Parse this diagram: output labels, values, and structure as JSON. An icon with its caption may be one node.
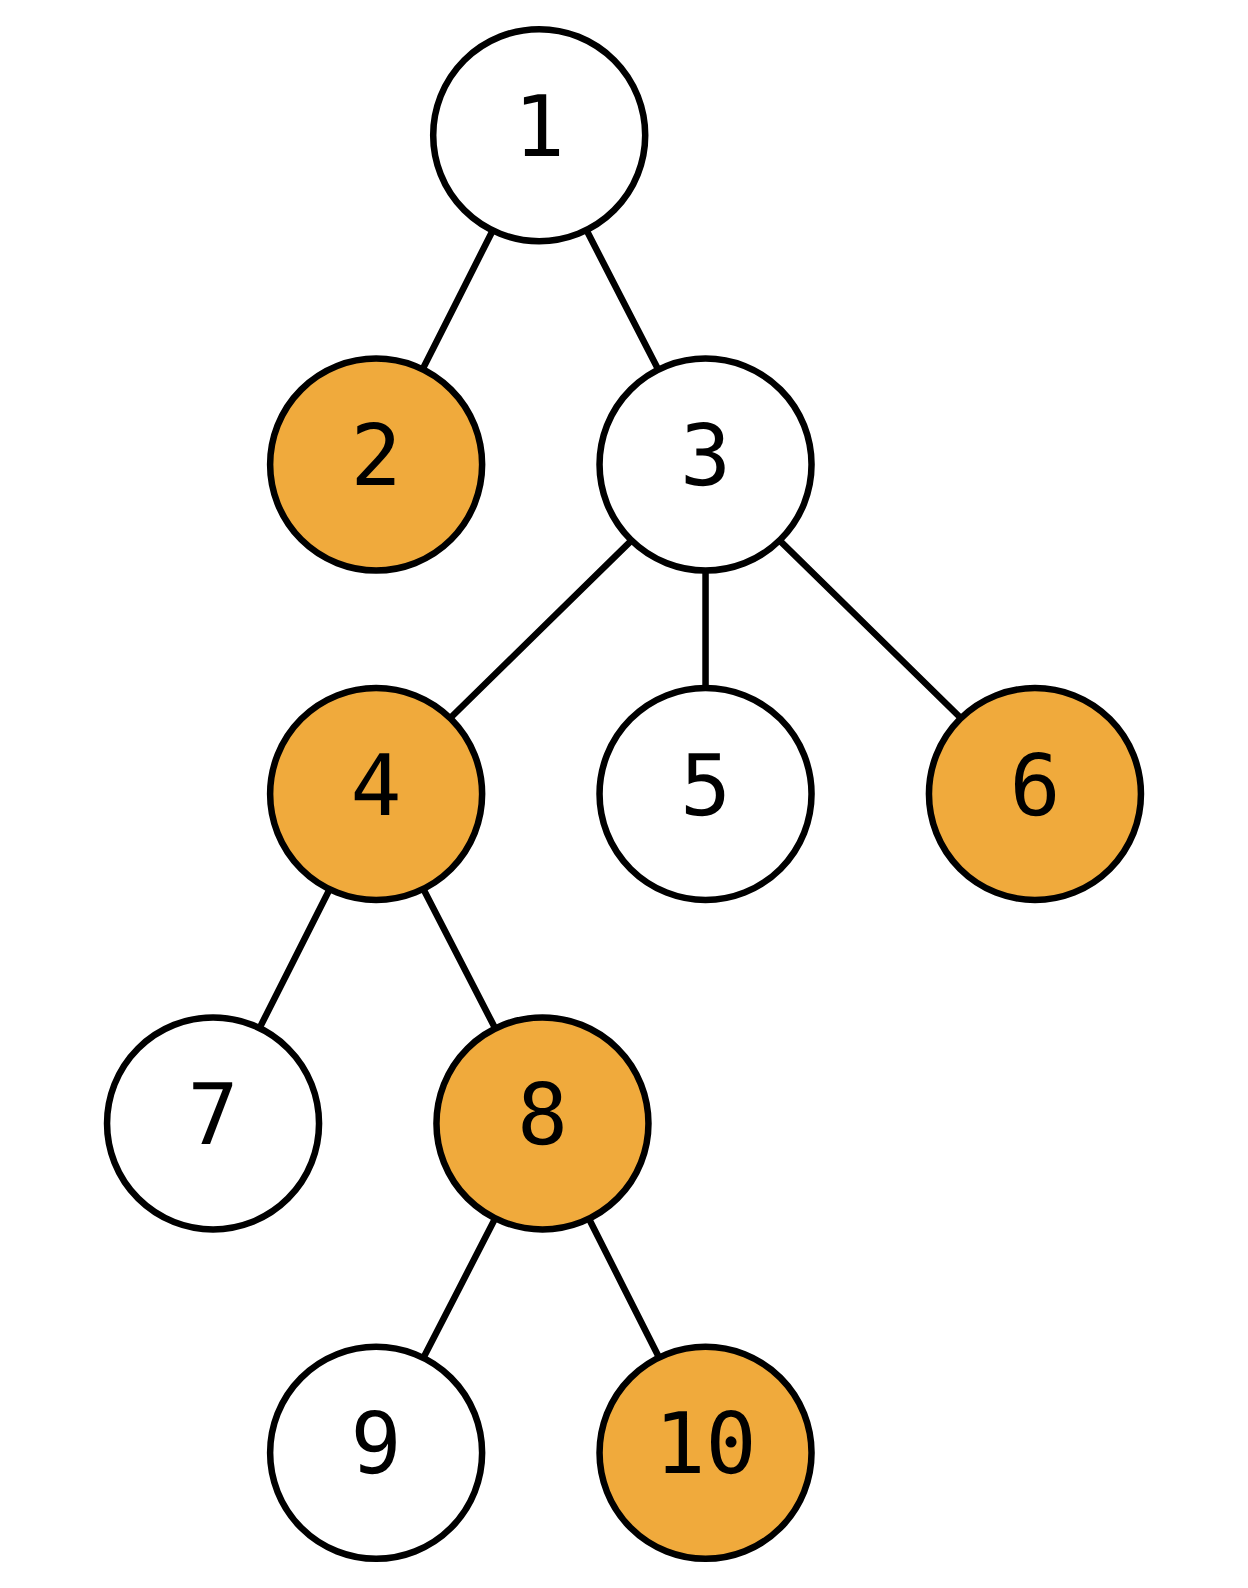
{
  "diagram": {
    "nodes": [
      {
        "text": [
          "1"
        ]
      },
      {
        "text": [
          "2"
        ]
      },
      {
        "text": [
          "3"
        ]
      },
      {
        "text": [
          "4"
        ]
      },
      {
        "text": [
          "5"
        ]
      },
      {
        "text": [
          "6"
        ]
      },
      {
        "text": [
          "7"
        ]
      },
      {
        "text": [
          "8"
        ]
      },
      {
        "text": [
          "9"
        ]
      },
      {
        "text": [
          "10"
        ]
      }
    ],
    "edges": [
      {
        "from": 0,
        "to": 1,
        "arrow": "none"
      },
      {
        "from": 0,
        "to": 2,
        "arrow": "none"
      },
      {
        "from": 2,
        "to": 3,
        "arrow": "none"
      },
      {
        "from": 2,
        "to": 4,
        "arrow": "none"
      },
      {
        "from": 2,
        "to": 5,
        "arrow": "none"
      },
      {
        "from": 3,
        "to": 6,
        "arrow": "none"
      },
      {
        "from": 3,
        "to": 7,
        "arrow": "none"
      },
      {
        "from": 7,
        "to": 8,
        "arrow": "none"
      },
      {
        "from": 7,
        "to": 9,
        "arrow": "none"
      }
    ]
  }
}
